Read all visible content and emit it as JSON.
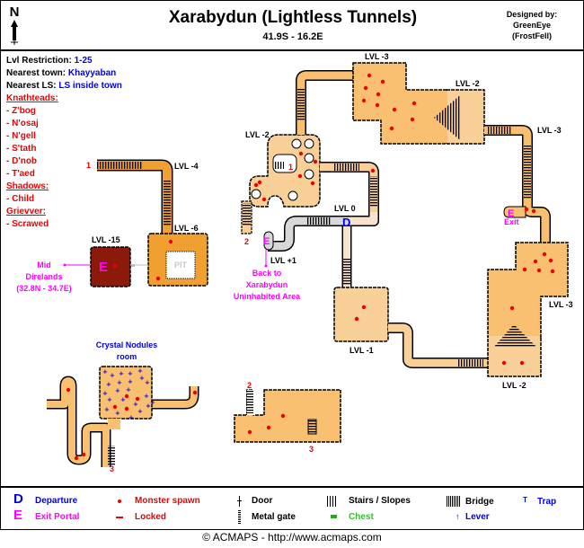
{
  "header": {
    "north_label": "N",
    "title": "Xarabydun (Lightless Tunnels)",
    "coordinates": "41.9S - 16.2E",
    "designer_label": "Designed by:",
    "designer_name": "GreenEye",
    "designer_server": "(FrostFell)"
  },
  "info": {
    "lvl_restriction_label": "Lvl Restriction:",
    "lvl_restriction_value": "1-25",
    "nearest_town_label": "Nearest town:",
    "nearest_town_value": "Khayyaban",
    "nearest_ls_label": "Nearest LS:",
    "nearest_ls_value": "LS inside town",
    "monster_groups": [
      {
        "name": "Knathteads:",
        "members": [
          "- Z'bog",
          "- N'osaj",
          "- N'gell",
          "- S'tath",
          "- D'nob",
          "- T'aed"
        ]
      },
      {
        "name": "Shadows:",
        "members": [
          "- Child"
        ]
      },
      {
        "name": "Grievver:",
        "members": [
          "- Scrawed"
        ]
      }
    ]
  },
  "map": {
    "colors": {
      "tunnel": "#f8c070",
      "tunnel_light": "#f8d098",
      "tunnel_pale": "#f8e4cc",
      "deep": "#f0a030",
      "lava_room": "#8b1a0a",
      "grey_tunnel": "#d8d8d8",
      "spawn": "#ee0000",
      "departure": "#0000ee",
      "exit": "#ff00ff",
      "crystal": "#0000ee"
    },
    "labels": {
      "lvl_m4": "LVL -4",
      "lvl_m6": "LVL -6",
      "lvl_m15": "LVL -15",
      "lvl_m2_center": "LVL -2",
      "lvl_m3_top": "LVL -3",
      "lvl_m2_top": "LVL -2",
      "lvl_m3_right": "LVL -3",
      "lvl_0": "LVL 0",
      "lvl_p1": "LVL +1",
      "lvl_m1": "LVL -1",
      "lvl_m3_lower": "LVL -3",
      "lvl_m2_lower": "LVL -2",
      "pit": "PIT",
      "departure_marker": "D",
      "exit_marker": "E",
      "exit_label": "Exit",
      "link_1": "1",
      "link_2": "2",
      "link_3": "3",
      "mid_direlands_1": "Mid",
      "mid_direlands_2": "Direlands",
      "mid_direlands_3": "(32.8N - 34.7E)",
      "back_to_1": "Back to",
      "back_to_2": "Xarabydun",
      "back_to_3": "Uninhabited Area",
      "crystal_room_1": "Crystal Nodules",
      "crystal_room_2": "room"
    }
  },
  "legend": {
    "departure_icon": "D",
    "departure": "Departure",
    "exit_icon": "E",
    "exit_portal": "Exit Portal",
    "monster_spawn": "Monster spawn",
    "locked": "Locked",
    "door": "Door",
    "metal_gate": "Metal gate",
    "stairs": "Stairs / Slopes",
    "chest": "Chest",
    "bridge": "Bridge",
    "lever": "Lever",
    "trap": "Trap"
  },
  "footer": {
    "copyright": "© ACMAPS - http://www.acmaps.com"
  }
}
